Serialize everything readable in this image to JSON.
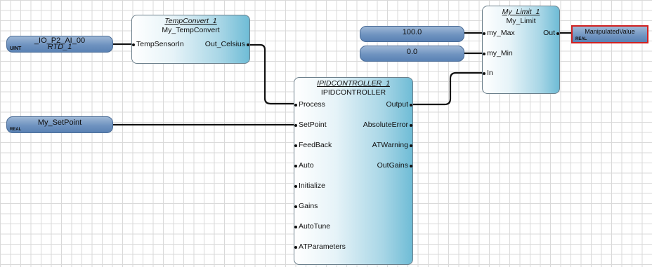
{
  "variables": {
    "io_input": {
      "name": "_IO_P2_AI_00",
      "sub": "RTD_1",
      "type": "UINT"
    },
    "setpoint": {
      "name": "My_SetPoint",
      "type": "REAL"
    },
    "max_const": {
      "name": "100.0"
    },
    "min_const": {
      "name": "0.0"
    },
    "manipulated": {
      "name": "ManipulatedValue",
      "type": "REAL"
    }
  },
  "blocks": {
    "temp_convert": {
      "instance": "TempConvert_1",
      "type": "My_TempConvert",
      "inputs": [
        "TempSensorIn"
      ],
      "outputs": [
        "Out_Celsius"
      ]
    },
    "pid": {
      "instance": "IPIDCONTROLLER_1",
      "type": "IPIDCONTROLLER",
      "inputs": [
        "Process",
        "SetPoint",
        "FeedBack",
        "Auto",
        "Initialize",
        "Gains",
        "AutoTune",
        "ATParameters"
      ],
      "outputs": [
        "Output",
        "AbsoluteError",
        "ATWarning",
        "OutGains"
      ]
    },
    "limit": {
      "instance": "My_Limit_1",
      "type": "My_Limit",
      "inputs": [
        "my_Max",
        "my_Min",
        "In"
      ],
      "outputs": [
        "Out"
      ]
    }
  },
  "colors": {
    "wire": "#111111",
    "selection": "#d02020",
    "variable_fill": "#6f93c0",
    "block_accent": "#6fbcd6"
  }
}
